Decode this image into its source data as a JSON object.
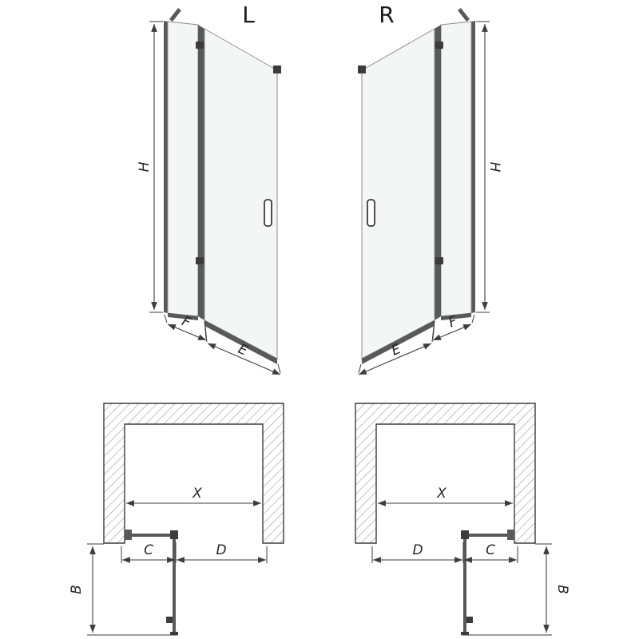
{
  "diagram": {
    "variants": {
      "left": "L",
      "right": "R"
    },
    "dims": {
      "H": "H",
      "F": "F",
      "E": "E",
      "X": "X",
      "C": "C",
      "D": "D",
      "B": "B"
    },
    "colors": {
      "background": "#ffffff",
      "line": "#3c3c3c",
      "frame": "#58595b",
      "glass_fill": "#f4f6f6",
      "hatch": "#9c9c9c",
      "text": "#262626"
    }
  }
}
